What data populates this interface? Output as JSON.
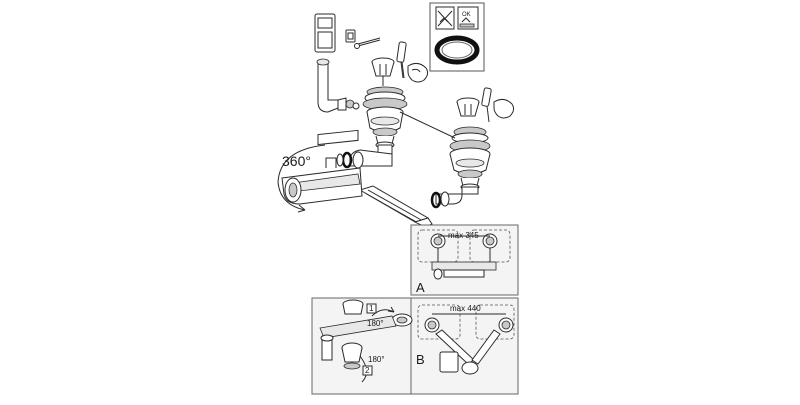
{
  "labels": {
    "rotation_main": "360°",
    "variant_a": "A",
    "variant_b": "B",
    "max_a": "max 345",
    "max_b": "max 440",
    "rotation_1": "180°",
    "rotation_2": "180°",
    "step_1": "1",
    "step_2": "2",
    "ok_mark": "OK"
  },
  "icons": {
    "screwdriver": "screwdriver-icon",
    "hand": "hand-icon",
    "seal_ring": "seal-ring-icon"
  }
}
